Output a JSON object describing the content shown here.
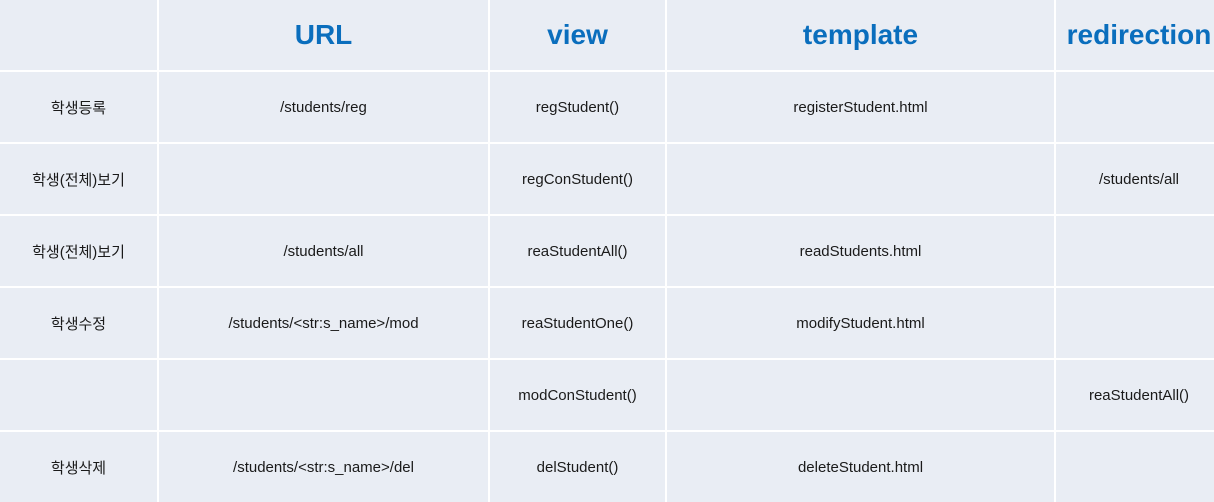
{
  "header": {
    "blank": "",
    "url": "URL",
    "view": "view",
    "template": "template",
    "redirection": "redirection"
  },
  "rows": [
    {
      "label": "학생등록",
      "url": "/students/reg",
      "view": "regStudent()",
      "template": "registerStudent.html",
      "redirection": ""
    },
    {
      "label": "학생(전체)보기",
      "url": "",
      "view": "regConStudent()",
      "template": "",
      "redirection": "/students/all"
    },
    {
      "label": "학생(전체)보기",
      "url": "/students/all",
      "view": "reaStudentAll()",
      "template": "readStudents.html",
      "redirection": ""
    },
    {
      "label": "학생수정",
      "url": "/students/<str:s_name>/mod",
      "view": "reaStudentOne()",
      "template": "modifyStudent.html",
      "redirection": ""
    },
    {
      "label": "",
      "url": "",
      "view": "modConStudent()",
      "template": "",
      "redirection": "reaStudentAll()"
    },
    {
      "label": "학생삭제",
      "url": "/students/<str:s_name>/del",
      "view": "delStudent()",
      "template": "deleteStudent.html",
      "redirection": ""
    }
  ],
  "colors": {
    "header_text": "#0a6ebd",
    "cell_bg": "#e9edf4"
  }
}
